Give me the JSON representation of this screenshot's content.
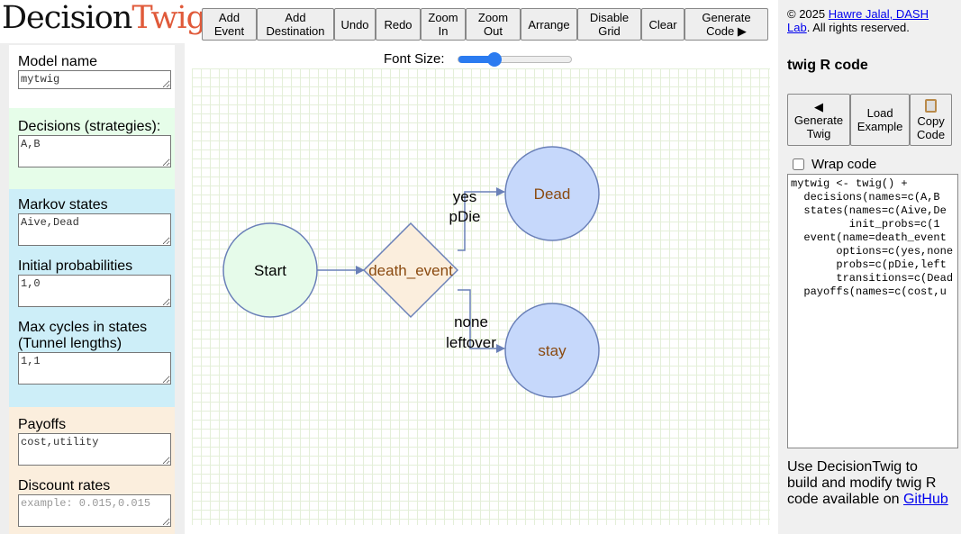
{
  "logo": {
    "part1": "Decision",
    "part2": "Twig"
  },
  "toolbar": [
    "Add Event",
    "Add Destination",
    "Undo",
    "Redo",
    "Zoom In",
    "Zoom Out",
    "Arrange",
    "Disable Grid",
    "Clear",
    "Generate Code ▶"
  ],
  "sidebar": {
    "model_name": {
      "label": "Model name",
      "value": "mytwig"
    },
    "decisions": {
      "label": "Decisions (strategies):",
      "value": "A,B"
    },
    "states": {
      "label": "Markov states",
      "value": "Aive,Dead"
    },
    "init_probs": {
      "label": "Initial probabilities",
      "value": "1,0"
    },
    "max_cycles": {
      "label": "Max cycles in states (Tunnel lengths)",
      "value": "1,1"
    },
    "payoffs": {
      "label": "Payoffs",
      "value": "cost,utility"
    },
    "discount": {
      "label": "Discount rates",
      "value": "",
      "placeholder": "example: 0.015,0.015"
    }
  },
  "font_size": {
    "label": "Font Size:",
    "value_percent": 32
  },
  "diagram": {
    "nodes": {
      "start": "Start",
      "event": "death_event",
      "dead": "Dead",
      "stay": "stay"
    },
    "edges": {
      "yes_label": "yes",
      "yes_prob": "pDie",
      "none_label": "none",
      "none_prob": "leftover"
    },
    "colors": {
      "start": "#e6fbea",
      "event": "#fbeedd",
      "dest": "#c6d8fb",
      "stroke": "#6a80b8",
      "event_text": "#8a4a10"
    }
  },
  "right": {
    "copyright": "© 2025 ",
    "author_link": "Hawre Jalal, DASH Lab",
    "rights": ". All rights reserved.",
    "title": "twig R code",
    "generate_twig": "Generate Twig",
    "load_example": "Load Example",
    "copy_code": "Copy Code",
    "wrap_label": "Wrap code",
    "code": "mytwig <- twig() +\n  decisions(names=c(A,B\n  states(names=c(Aive,De\n         init_probs=c(1\n  event(name=death_event\n       options=c(yes,none\n       probs=c(pDie,left\n       transitions=c(Dead\n  payoffs(names=c(cost,u",
    "footer": "Use DecisionTwig to build and modify twig R code available on ",
    "github": "GitHub"
  }
}
